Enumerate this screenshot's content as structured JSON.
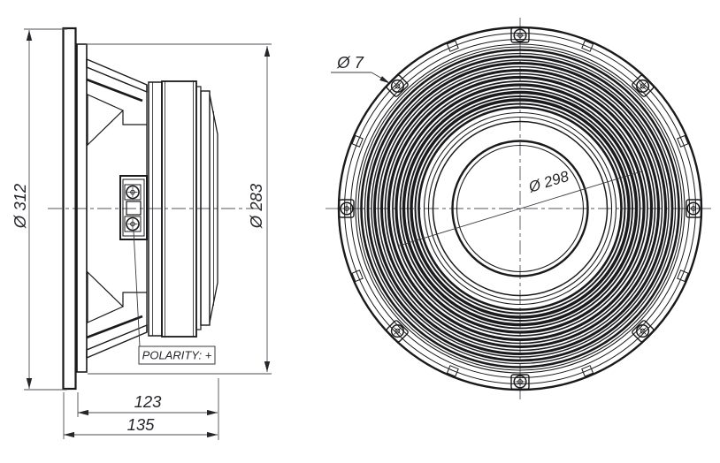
{
  "drawing": {
    "type": "loudspeaker-technical-drawing",
    "views": {
      "side_view": {
        "name": "side cross-section view",
        "polarity_callout": {
          "label": "POLARITY: +"
        },
        "dimensions": {
          "overall_diameter": {
            "label": "Ø 312",
            "value_mm": 312
          },
          "magnet_frame_diameter": {
            "label": "Ø 283",
            "value_mm": 283
          },
          "mounting_depth": {
            "label": "123",
            "value_mm": 123
          },
          "overall_depth": {
            "label": "135",
            "value_mm": 135
          }
        }
      },
      "front_view": {
        "name": "front view",
        "mounting_holes_count": 8,
        "dimensions": {
          "mounting_hole_diameter": {
            "label": "Ø 7",
            "value_mm": 7
          },
          "inner_ring_diameter": {
            "label": "Ø 298",
            "value_mm": 298
          }
        }
      }
    },
    "colors": {
      "background": "#ffffff",
      "line": "#1a1a1c",
      "dimension_line": "#4b4d55",
      "text": "#26262a"
    }
  }
}
